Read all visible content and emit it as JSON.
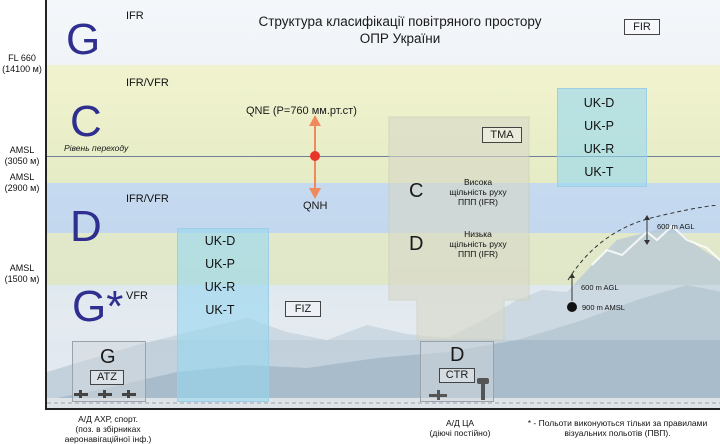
{
  "title": {
    "line1": "Структура  класифікації повітряного простору",
    "line2": "ОПР України"
  },
  "fir_label": "FIR",
  "tma_label": "TMA",
  "fiz_label": "FIZ",
  "atz_label": "ATZ",
  "ctr_label": "CTR",
  "transition_level": "Рівень переходу",
  "altitudes": {
    "fl660": {
      "line1": "FL 660",
      "line2": "(14100 м)"
    },
    "amsl3050": {
      "line1": "AMSL",
      "line2": "(3050 м)"
    },
    "amsl2900": {
      "line1": "AMSL",
      "line2": "(2900 м)"
    },
    "amsl1500": {
      "line1": "AMSL",
      "line2": "(1500 м)"
    }
  },
  "classes": {
    "G_top": {
      "letter": "G",
      "rules": "IFR"
    },
    "C": {
      "letter": "C",
      "rules": "IFR/VFR"
    },
    "D": {
      "letter": "D",
      "rules": "IFR/VFR"
    },
    "G_low": {
      "letter": "G*",
      "rules": "VFR"
    },
    "G_atz": {
      "letter": "G"
    },
    "D_ctr": {
      "letter": "D"
    }
  },
  "qne": "QNE (P=760 мм.рт.ст)",
  "qnh": "QNH",
  "tma_zones": {
    "c": {
      "letter": "C",
      "l1": "Висока",
      "l2": "щільність руху",
      "l3": "ППП (IFR)"
    },
    "d": {
      "letter": "D",
      "l1": "Низька",
      "l2": "щільність руху",
      "l3": "ППП (IFR)"
    }
  },
  "uk_routes_low": [
    "UK-D",
    "UK-P",
    "UK-R",
    "UK-T"
  ],
  "uk_routes_high": [
    "UK-D",
    "UK-P",
    "UK-R",
    "UK-T"
  ],
  "agl_600_upper": "600 m AGL",
  "agl_600_lower": "600 m AGL",
  "amsl_900": "900 m AMSL",
  "footer": {
    "left": {
      "l1": "А/Д  АХР, спорт.",
      "l2": "(поз. в збірниках",
      "l3": "аеронавігаційної інф.)"
    },
    "mid": {
      "l1": "А/Д ЦА",
      "l2": "(діючі постійно)"
    },
    "note": {
      "l1": "* - Польоти виконуються тільки за правилами",
      "l2": "візуальних польотів (ПВП)."
    }
  },
  "colors": {
    "class_letter": "#2e2f8f",
    "arrow": "#f08a5d",
    "dot": "#e8342a",
    "band_c": "#eef2c0",
    "band_d_blue": "#cfe0f4",
    "route_box": "#a9dcef"
  }
}
